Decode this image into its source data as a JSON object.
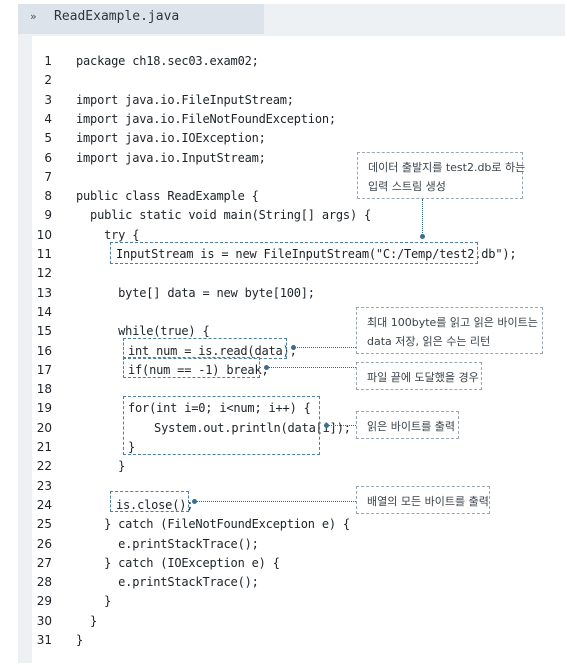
{
  "tab": {
    "arrow": "»",
    "title": "ReadExample.java"
  },
  "line_numbers": [
    "1",
    "2",
    "3",
    "4",
    "5",
    "6",
    "7",
    "8",
    "9",
    "10",
    "11",
    "12",
    "13",
    "14",
    "15",
    "16",
    "17",
    "18",
    "19",
    "20",
    "21",
    "22",
    "23",
    "24",
    "25",
    "26",
    "27",
    "28",
    "29",
    "30",
    "31"
  ],
  "code_lines": [
    "package ch18.sec03.exam02;",
    "",
    "import java.io.FileInputStream;",
    "import java.io.FileNotFoundException;",
    "import java.io.IOException;",
    "import java.io.InputStream;",
    "",
    "public class ReadExample {",
    "  public static void main(String[] args) {",
    "    try {",
    "InputStream is = new FileInputStream(\"C:/Temp/test2.db\");",
    "",
    "      byte[] data = new byte[100];",
    "",
    "      while(true) {",
    "int num = is.read(data);",
    "if(num == -1) break;",
    "",
    "for(int i=0; i<num; i++) {",
    "  System.out.println(data[i]);",
    "}",
    "      }",
    "",
    "is.close();",
    "    } catch (FileNotFoundException e) {",
    "      e.printStackTrace();",
    "    } catch (IOException e) {",
    "      e.printStackTrace();",
    "    }",
    "  }",
    "}"
  ],
  "annotations": {
    "create_stream": "데이터 출발지를 test2.db로 하는\n입력 스트림 생성",
    "read_bytes": "최대 100byte를 읽고 읽은 바이트는\ndata 저장, 읽은 수는 리턴",
    "end_of_file": "파일 끝에 도달했을 경우",
    "print_bytes": "읽은 바이트를 출력",
    "close_stream": "배열의 모든 바이트를 출력"
  }
}
